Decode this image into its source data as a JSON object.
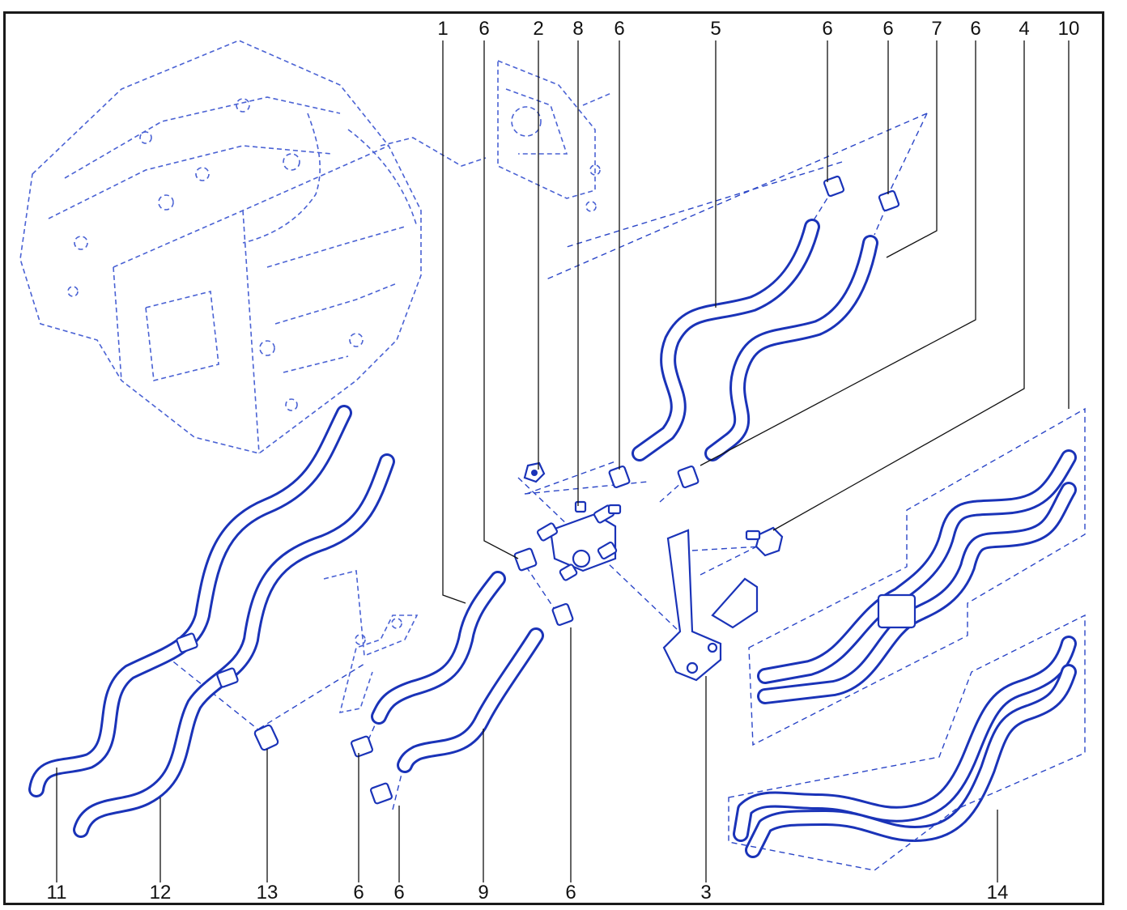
{
  "diagram": {
    "callouts_top": [
      "1",
      "6",
      "2",
      "8",
      "6",
      "5",
      "6",
      "6",
      "7",
      "6",
      "4",
      "10"
    ],
    "callouts_bottom": [
      "11",
      "12",
      "13",
      "6",
      "6",
      "9",
      "6",
      "3",
      "14"
    ],
    "colors": {
      "line_art": "#1a33b8",
      "text": "#111111",
      "frame": "#1a1a1a"
    },
    "parts": {
      "engine": "transmission-block",
      "valve_body": "flow-valve",
      "bracket": "mounting-bracket",
      "bolt": "hex-bolt",
      "clamp": "hose-clamp"
    }
  }
}
